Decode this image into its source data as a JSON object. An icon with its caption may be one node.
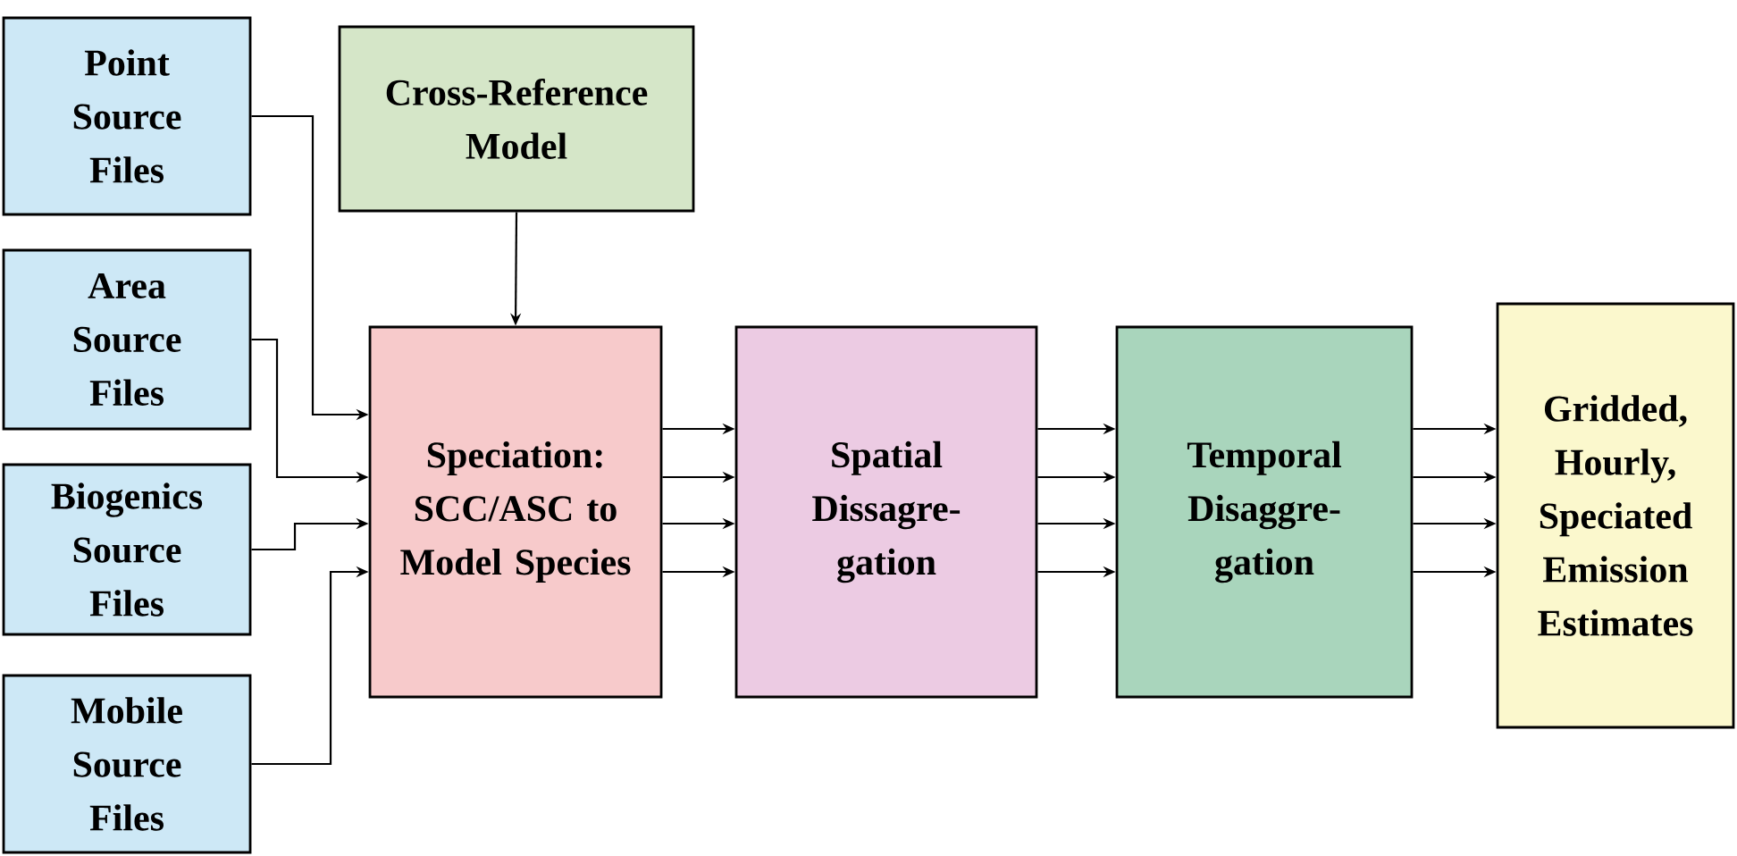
{
  "diagram": {
    "nodes": [
      {
        "text": [
          "Point Source Files"
        ]
      },
      {
        "text": [
          "Area Source Files"
        ]
      },
      {
        "text": [
          "Biogenics Source Files"
        ]
      },
      {
        "text": [
          "Mobile Source Files"
        ]
      },
      {
        "text": [
          "Cross-Reference Model"
        ]
      },
      {
        "text": [
          "Speciation: SCC/ASC to Model Species"
        ]
      },
      {
        "text": [
          "Spatial Dissagre- gation"
        ]
      },
      {
        "text": [
          "Temporal Disaggre- gation"
        ]
      },
      {
        "text": [
          "Gridded, Hourly, Speciated Emission Estimates"
        ]
      }
    ],
    "edges": [
      {
        "from": 0,
        "to": 5,
        "arrow": "to"
      },
      {
        "from": 1,
        "to": 5,
        "arrow": "to"
      },
      {
        "from": 2,
        "to": 5,
        "arrow": "to"
      },
      {
        "from": 3,
        "to": 5,
        "arrow": "to"
      },
      {
        "from": 4,
        "to": 5,
        "arrow": "to"
      },
      {
        "from": 5,
        "to": 6,
        "arrow": "to"
      },
      {
        "from": 5,
        "to": 6,
        "arrow": "to"
      },
      {
        "from": 5,
        "to": 6,
        "arrow": "to"
      },
      {
        "from": 5,
        "to": 6,
        "arrow": "to"
      },
      {
        "from": 6,
        "to": 7,
        "arrow": "to"
      },
      {
        "from": 6,
        "to": 7,
        "arrow": "to"
      },
      {
        "from": 6,
        "to": 7,
        "arrow": "to"
      },
      {
        "from": 6,
        "to": 7,
        "arrow": "to"
      },
      {
        "from": 7,
        "to": 8,
        "arrow": "to"
      },
      {
        "from": 7,
        "to": 8,
        "arrow": "to"
      },
      {
        "from": 7,
        "to": 8,
        "arrow": "to"
      },
      {
        "from": 7,
        "to": 8,
        "arrow": "to"
      }
    ]
  }
}
